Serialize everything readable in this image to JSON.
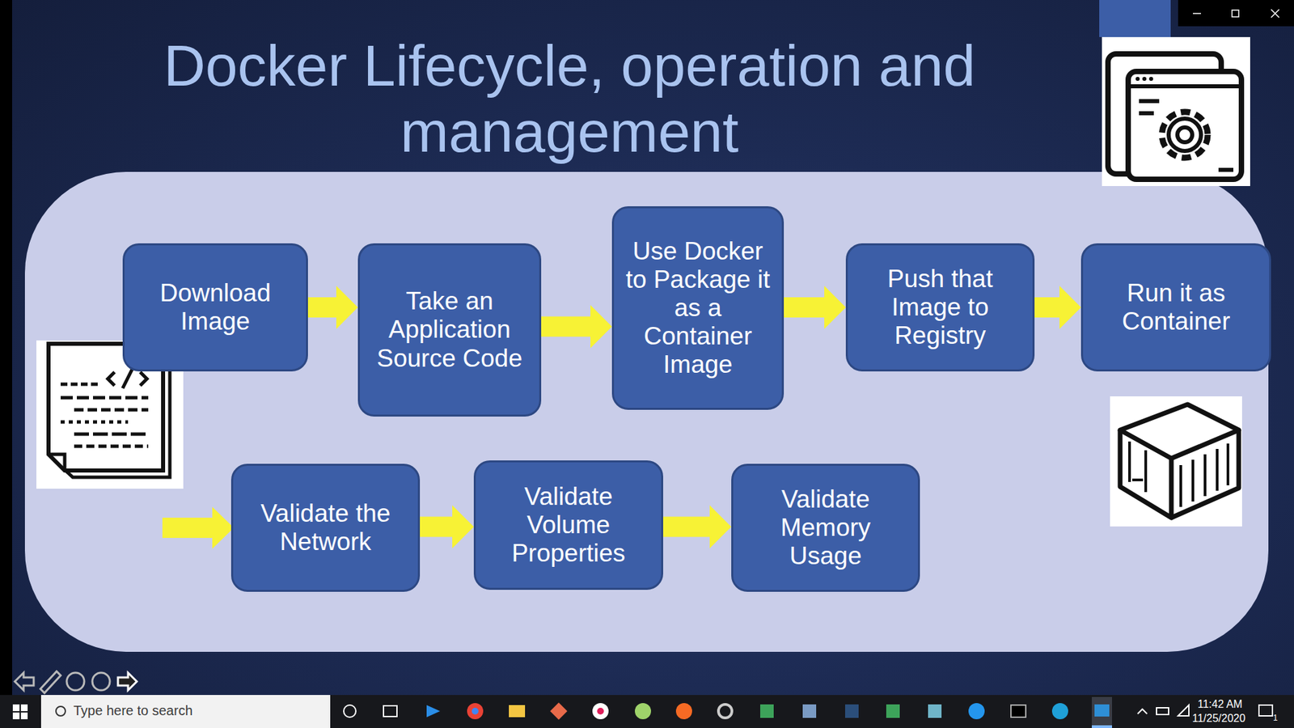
{
  "diagram": {
    "title": "Docker Lifecycle, operation and management",
    "nodes": [
      {
        "text": [
          "Download Image"
        ]
      },
      {
        "text": [
          "Take an Application Source Code"
        ]
      },
      {
        "text": [
          "Use Docker to Package it as a Container Image"
        ]
      },
      {
        "text": [
          "Push that Image to Registry"
        ]
      },
      {
        "text": [
          "Run it as Container"
        ]
      },
      {
        "text": [
          "Validate the Network"
        ]
      },
      {
        "text": [
          "Validate Volume Properties"
        ]
      },
      {
        "text": [
          "Validate Memory Usage"
        ]
      }
    ],
    "edges": [
      {
        "from": 0,
        "to": 1,
        "arrow": "to"
      },
      {
        "from": 1,
        "to": 2,
        "arrow": "to"
      },
      {
        "from": 2,
        "to": 3,
        "arrow": "to"
      },
      {
        "from": 3,
        "to": 4,
        "arrow": "to"
      },
      {
        "from": 5,
        "to": 6,
        "arrow": "to"
      },
      {
        "from": 6,
        "to": 7,
        "arrow": "to"
      }
    ],
    "labels": [
      "Type here to search",
      "11:42 AM",
      "11/25/2020",
      "1"
    ]
  }
}
